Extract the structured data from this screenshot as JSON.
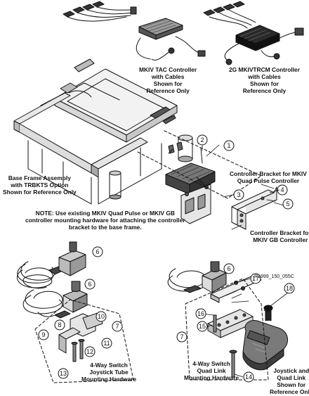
{
  "labels": {
    "tac": [
      "MKIV TAC Controller",
      "with Cables",
      "Shown for",
      "Reference Only"
    ],
    "rcm": [
      "2G MKIVTRCM Controller",
      "with Cables",
      "Shown for",
      "Reference Only"
    ],
    "base": [
      "Base Frame Assembly",
      "with TRBKTS Option",
      "Shown for Reference Only"
    ],
    "quad_bracket": [
      "Controller Bracket for MKIV",
      "Quad Pulse Controller"
    ],
    "note": [
      "NOTE:  Use existing MKIV Quad Pulse or MKIV GB",
      "controller mounting hardware for attaching the controller",
      "bracket to the base frame."
    ],
    "gb_bracket": [
      "Controller Bracket for",
      "MKIV GB Controller"
    ],
    "code": "R1999_150_055C",
    "tube_hw": [
      "4-Way Switch",
      "Joystick Tube",
      "Mounting Hardware"
    ],
    "quad_hw": [
      "4-Way Switch",
      "Quad Link",
      "Mounting Hardware"
    ],
    "joystick": [
      "Joystick and",
      "Quad Link",
      "Shown for",
      "Reference Only"
    ]
  },
  "callouts": [
    "1",
    "2",
    "3",
    "4",
    "5",
    "6",
    "6",
    "7",
    "8",
    "9",
    "10",
    "11",
    "12",
    "13",
    "6",
    "17",
    "18",
    "16",
    "15",
    "7",
    "14"
  ]
}
